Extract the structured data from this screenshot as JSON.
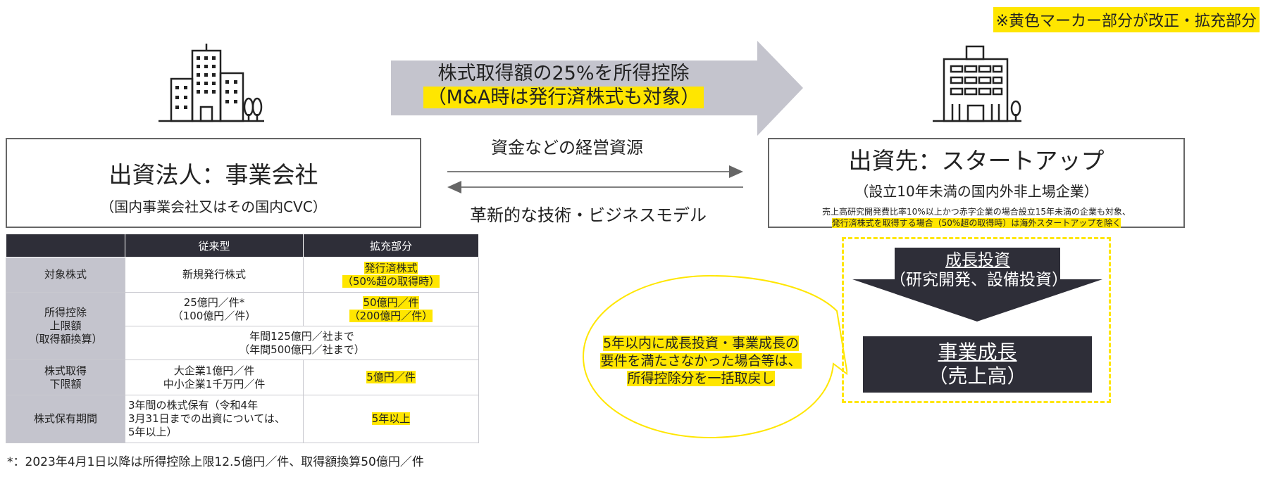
{
  "top_note": "※黄色マーカー部分が改正・拡充部分",
  "arrow": {
    "line1": "株式取得額の25%を所得控除",
    "line2": "（M&A時は発行済株式も対象）"
  },
  "investor": {
    "title": "出資法人：事業会社",
    "sub": "（国内事業会社又はその国内CVC）"
  },
  "startup": {
    "title": "出資先：スタートアップ",
    "sub": "（設立10年未満の国内外非上場企業）",
    "note1": "売上高研究開発費比率10%以上かつ赤字企業の場合設立15年未満の企業も対象、",
    "note2": "発行済株式を取得する場合（50%超の取得時）は海外スタートアップを除く"
  },
  "flows": {
    "resources": "資金などの経営資源",
    "tech": "革新的な技術・ビジネスモデル"
  },
  "table": {
    "headers": [
      "",
      "従来型",
      "拡充部分"
    ],
    "r1": {
      "head": "対象株式",
      "old": "新規発行株式",
      "new1": "発行済株式",
      "new2": "（50%超の取得時）"
    },
    "r2": {
      "head1": "所得控除",
      "head2": "上限額",
      "head3": "（取得額換算）",
      "old1": "25億円／件*",
      "old2": "（100億円／件）",
      "new1": "50億円／件",
      "new2": "（200億円／件）",
      "merged1": "年間125億円／社まで",
      "merged2": "（年間500億円／社まで）"
    },
    "r3": {
      "head1": "株式取得",
      "head2": "下限額",
      "old1": "大企業1億円／件",
      "old2": "中小企業1千万円／件",
      "new": "5億円／件"
    },
    "r4": {
      "head": "株式保有期間",
      "old1": "3年間の株式保有（令和4年",
      "old2": "3月31日までの出資については、",
      "old3": "5年以上）",
      "new": "5年以上"
    }
  },
  "footnote": "*：2023年4月1日以降は所得控除上限12.5億円／件、取得額換算50億円／件",
  "growth": {
    "title": "成長投資",
    "sub": "（研究開発、設備投資）"
  },
  "business": {
    "title": "事業成長",
    "sub": "（売上高）"
  },
  "bubble": {
    "line1": "5年以内に成長投資・事業成長の",
    "line2": "要件を満たさなかった場合等は、",
    "line3": "所得控除分を一括取戻し"
  },
  "colors": {
    "highlight": "#ffe600",
    "dark": "#2e2e38",
    "gray_arrow": "#c4c4cd"
  }
}
